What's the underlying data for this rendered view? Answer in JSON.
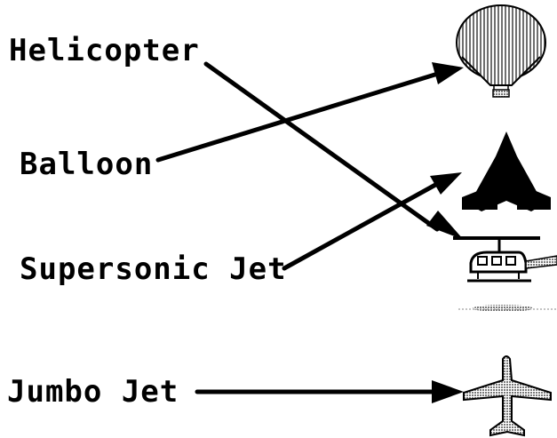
{
  "labels": {
    "helicopter": "Helicopter",
    "balloon": "Balloon",
    "supersonic_jet": "Supersonic Jet",
    "jumbo_jet": "Jumbo Jet"
  },
  "pictures": [
    "hot-air-balloon-icon",
    "delta-wing-jet-icon",
    "helicopter-icon",
    "jumbo-jet-airplane-icon"
  ],
  "connections": [
    {
      "from": "Helicopter",
      "to": "helicopter-icon"
    },
    {
      "from": "Balloon",
      "to": "hot-air-balloon-icon"
    },
    {
      "from": "Supersonic Jet",
      "to": "delta-wing-jet-icon"
    },
    {
      "from": "Jumbo Jet",
      "to": "jumbo-jet-airplane-icon"
    }
  ],
  "colors": {
    "ink": "#000000",
    "background": "#ffffff",
    "icon_gray": "#8a8a8a"
  }
}
